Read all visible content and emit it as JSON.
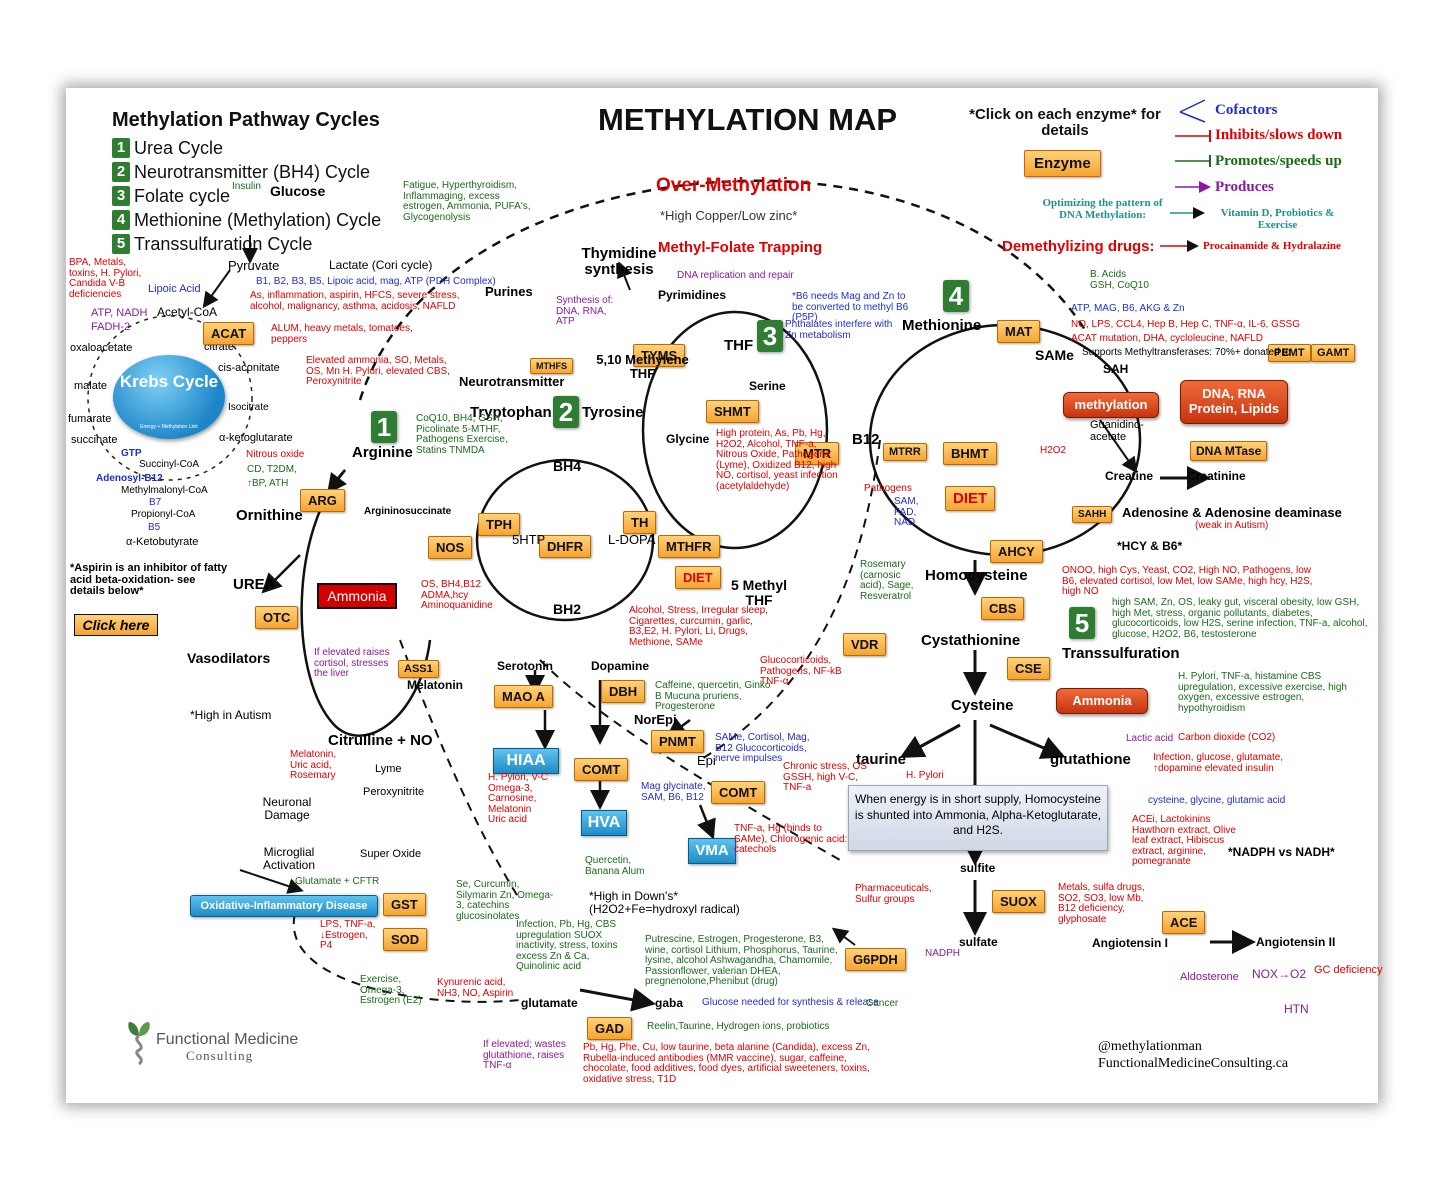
{
  "title": "METHYLATION MAP",
  "cycles_header": "Methylation Pathway Cycles",
  "cycles": [
    {
      "num": "1",
      "label": "Urea Cycle"
    },
    {
      "num": "2",
      "label": "Neurotransmitter (BH4) Cycle"
    },
    {
      "num": "3",
      "label": "Folate cycle"
    },
    {
      "num": "4",
      "label": "Methionine (Methylation) Cycle"
    },
    {
      "num": "5",
      "label": "Transsulfuration Cycle"
    }
  ],
  "legend": {
    "click_note": "*Click on each enzyme* for details",
    "enzyme_label": "Enzyme",
    "cofactors": "Cofactors",
    "inhibits": "Inhibits/slows down",
    "promotes": "Promotes/speeds up",
    "produces": "Produces",
    "optimizing": "Optimizing the pattern of DNA Methylation:",
    "optimizing_value": "Vitamin D, Probiotics & Exercise",
    "demethylizing": "Demethylizing drugs:",
    "demethylizing_value": "Procainamide & Hydralazine"
  },
  "over_methylation": "Over-Methylation",
  "high_copper": "*High Copper/Low zinc*",
  "methyl_folate_trapping": "Methyl-Folate Trapping",
  "krebs": {
    "title": "Krebs Cycle",
    "subtitle": "Energy + Methylation Link"
  },
  "krebs_labels": [
    "oxaloacetate",
    "citrate",
    "cis-aconitate",
    "Isocitrate",
    "malate",
    "fumarate",
    "succinate",
    "α-ketoglutarate",
    "GTP",
    "Succinyl-CoA",
    "Adenosyl-B12",
    "Methylmalonyl-CoA",
    "B7",
    "Propionyl-CoA",
    "B5",
    "α-Ketobutyrate",
    "Acetyl-CoA",
    "Pyruvate",
    "Glucose",
    "Insulin",
    "Lactate (Cori cycle)",
    "Lipoic Acid",
    "ATP, NADH",
    "FADH-2",
    "Nitrous oxide",
    "CD, T2DM,",
    "↑BP, ATH"
  ],
  "enzymes": [
    "ACAT",
    "ARG",
    "OTC",
    "NOS",
    "ASS1",
    "TPH",
    "DHFR",
    "TH",
    "MTHFR",
    "MTHFS",
    "TYMS",
    "SHMT",
    "MTR",
    "MTRR",
    "MAT",
    "BHMT",
    "AHCY",
    "SAHH",
    "CBS",
    "CSE",
    "PEMT",
    "GAMT",
    "DNA MTase",
    "MAO A",
    "DBH",
    "PNMT",
    "COMT",
    "COMT",
    "VDR",
    "GST",
    "SOD",
    "GAD",
    "G6PDH",
    "SUOX",
    "ACE",
    "DIET",
    "DIET"
  ],
  "metabolites": [
    "Arginine",
    "Ornithine",
    "UREA",
    "Citrulline + NO",
    "Argininosuccinate",
    "Tryptophan",
    "Tyrosine",
    "BH4",
    "BH2",
    "5HTP",
    "L-DOPA",
    "Dopamine",
    "Serotonin",
    "Melatonin",
    "NorEpi",
    "Epi",
    "HIAA",
    "HVA",
    "VMA",
    "THF",
    "5,10 Methylene THF",
    "5 Methyl THF",
    "Methionine",
    "SAMe",
    "SAH",
    "Homocysteine",
    "Cystathionine",
    "Cysteine",
    "taurine",
    "glutathione",
    "sulfite",
    "sulfate",
    "glutamate",
    "gaba",
    "Angiotensin I",
    "Angiotensin II",
    "Creatine",
    "Creatinine",
    "Thymidine synthesis",
    "Purines",
    "Pyrimidines",
    "Glycine",
    "Serine",
    "B12"
  ],
  "ammonia_label": "Ammonia",
  "ammonia2_label": "Ammonia",
  "methylation_label": "methylation",
  "dna_label": "DNA, RNA Protein, Lipids",
  "hiaa": "HIAA",
  "hva": "HVA",
  "vma": "VMA",
  "oxidative": "Oxidative-Inflammatory Disease",
  "aspirin_note": "*Aspirin is an inhibitor of fatty acid beta-oxidation- see details below*",
  "click_here": "Click here",
  "vasodilators": "Vasodilators",
  "high_autism": "*High in Autism",
  "neuronal_damage": "Neuronal Damage",
  "microglial": "Microglial Activation",
  "transsulfuration": "Transsulfuration",
  "neurotransmitter": "Neurotransmitter",
  "energy_box": "When energy is in short supply, Homocysteine is shunted into Ammonia, Alpha-Ketoglutarate, and H2S.",
  "nadph_note": "*NADPH vs NADH*",
  "hcy_b6": "*HCY & B6*",
  "adenosine": "Adenosine & Adenosine deaminase",
  "adenosine_sub": "(weak in Autism)",
  "high_downs": "*High in Down's* (H2O2+Fe=hydroxyl radical)",
  "credit1": "@methylationman",
  "credit2": "FunctionalMedicineConsulting.ca",
  "logo1": "Functional Medicine",
  "logo2": "Consulting",
  "notes": {
    "mat_inhib": "NO, LPS, CCL4, Hep B, Hep C, TNF-α, IL-6, GSSG",
    "mat_inhib2": "ACAT mutation, DHA, cycloleucine, NAFLD",
    "mat_cof": "ATP, MAG, B6, AKG & Zn",
    "mat_prom": "B. Acids GSH, CoQ10",
    "same_note": "Supports Methyltransferases: 70%+ donated to",
    "cbs_prom": "high SAM, Zn, OS, leaky gut, visceral obesity, low GSH, high Met, stress, organic pollutants, diabetes, glucocorticoids, low H2S, serine infection, TNF-a, alcohol, glucose, H2O2, B6, testosterone",
    "cbs_inhib": "ONOO, high Cys, Yeast, CO2, High NO, Pathogens, low B6, elevated cortisol, low Met, low SAMe, high hcy, H2S, high NO",
    "cse_prom": "H. Pylori, TNF-a, histamine CBS upregulation, excessive exercise, high oxygen, excessive estrogen, hypothyroidism",
    "glut_inhib": "Infection, glucose, glutamate, ↑dopamine elevated insulin",
    "ace_prom": "ACEi, Lactokinins Hawthorn extract, Olive leaf extract, Hibiscus extract, arginine, pomegranate",
    "gad_inhib": "Pb, Hg, Phe, Cu, low taurine, beta alanine (Candida), excess Zn, Rubella-induced antibodies (MMR vaccine), sugar, caffeine, chocolate, food additives, food dyes, artificial sweeteners, toxins, oxidative stress, T1D",
    "gad_prom": "Reelin,Taurine, Hydrogen ions, probiotics",
    "glucose_synth": "Glucose needed for synthesis & release",
    "mthfr_inhib": "Alcohol, Stress, Irregular sleep, Cigarettes, curcumin, garlic, B3,E2, H. Pylori, Li, Drugs, Methione, SAMe",
    "mtr_inhib": "High protein, As, Pb, Hg, H2O2, Alcohol, TNF-a, Nitrous Oxide, Pathogens (Lyme), Oxidized B12, high NO, cortisol, yeast infection (acetylaldehyde)",
    "vdr_inhib": "Glucocorticoids, Pathogens, NF-kB TNF-α",
    "vdr_prom": "Rosemary (carnosic acid), Sage, Resveratrol",
    "comt_inhib": "TNF-a, Hg (binds to SAMe), Chlorogenic acid: catechols",
    "comt_cof": "Mag glycinate, SAM, B6, B12",
    "pyruvate_inhib": "As, inflammation, aspirin, HFCS, severe stress, alcohol, malignancy, asthma, acidosis, NAFLD",
    "pyruvate_cof": "B1, B2, B3, B5, Lipoic acid, mag, ATP (PDH Complex)",
    "acat_inhib": "ALUM, heavy metals, tomatoes, peppers",
    "hyperthyroid": "Fatigue, Hyperthyroidism, Inflammaging, excess estrogen, Ammonia, PUFA's, Glycogenolysis",
    "bpa": "BPA, Metals, toxins, H. Pylori, Candida V-B deficiencies",
    "elevated_ammonia": "Elevated ammonia, SO, Metals, OS, Mn H. Pylori, elevated CBS, Peroxynitrite",
    "nos_cof": "CoQ10, BH4, GSH, Picolinate 5-MTHF, Pathogens Exercise, Statins TNMDA",
    "nos_inhib": "OS, BH4,B12 ADMA,hcy Aminoquanidine",
    "ammonia_cortisol": "If elevated raises cortisol, stresses the liver",
    "gst_prom": "Se, Curcumin, Silymarin Zn, Omega-3, catechins glucosinolates",
    "sod_inhib": "LPS, TNF-a, ↓Estrogen, P4",
    "sod_prom": "Exercise, Omega-3, Estrogen (E2)",
    "kynurenic": "Kynurenic acid, NH3, NO, Aspirin",
    "glutamate_note": "If elevated; wastes glutathione, raises TNF-α",
    "suox_inhib": "Metals, sulfa drugs, SO2, SO3, low Mb, B12 deficiency, glyphosate",
    "g6pdh_inhib": "Pharmaceuticals, Sulfur groups",
    "peroxynitrite": "Peroxynitrite",
    "superoxide": "Super Oxide",
    "lyme": "Lyme",
    "melatonin_note": "Melatonin, Uric acid, Rosemary",
    "hpylori_vc": "H. Pylori, V-C Omega-3, Carnosine, Melatonin Uric acid",
    "glutamate_cftr": "Glutamate + CFTR",
    "gaba_inhib": "Quercetin, Banana Alum",
    "dbh_prom": "Caffeine, quercetin, Ginko B Mucuna pruriens, Progesterone",
    "pnmt_cof": "SAMe, Cortisol, Mag, B12 Glucocorticoids, nerve impulses",
    "comt2_inhib": "Chronic stress, OS GSSH, high V-C, TNF-a",
    "gad_block": "Infection, Pb, Hg, CBS upregulation SUOX inactivity, stress, toxins excess Zn & Ca, Quinolinic acid",
    "gad_prom2": "Putrescine, Estrogen, Progesterone, B3, wine, cortisol Lithium, Phosphorus, Taurine, lysine, alcohol Ashwagandha, Chamomile, Passionflower, valerian DHEA, pregnenolone,Phenibut (drug)",
    "h_pylori_taurine": "H. Pylori",
    "carbon": "Carbon dioxide (CO2)",
    "lactic": "Lactic acid",
    "gluta_cof": "cysteine, glycine, glutamic acid",
    "b6_note": "*B6 needs Mag and Zn to be converted to methyl B6 (P5P)",
    "phthalates": "Phthalates interfere with Zn metabolism",
    "dna_rep": "DNA replication and repair",
    "synthesis_of": "Synthesis of: DNA, RNA, ATP",
    "mtrr_inhib": "Pathogens",
    "mtrr_cof": "SAM, FAD, NAD",
    "bhmt_inhib": "H2O2",
    "ammonia_creatine": "Guanidino-acetate",
    "aldosterone": "Aldosterone",
    "nox_o2": "NOX→O2",
    "gc_def": "GC deficiency",
    "htn": "HTN",
    "cancer": "Cancer",
    "nadph": "NADPH"
  }
}
